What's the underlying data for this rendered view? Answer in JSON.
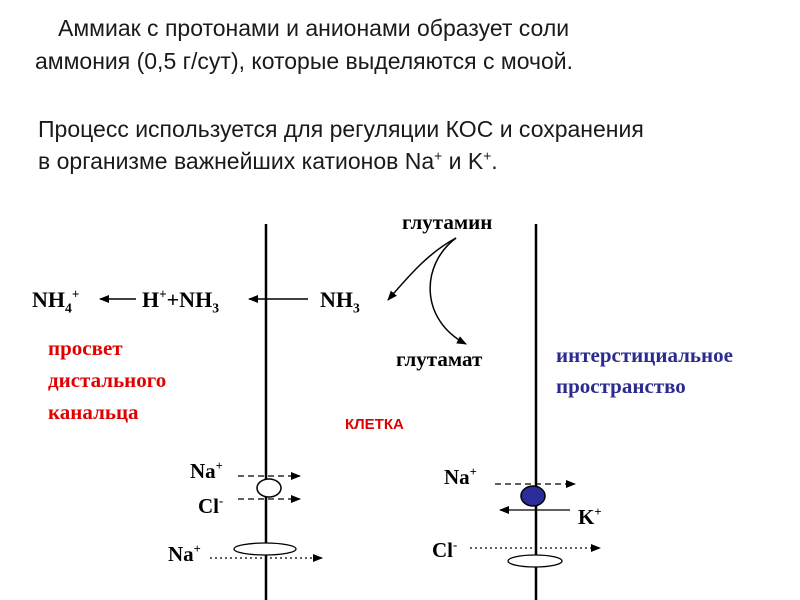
{
  "intro": {
    "line1": "Аммиак с протонами и анионами образует соли",
    "line2": "аммония (0,5 г/сут), которые выделяются с мочой."
  },
  "process": {
    "line1": "Процесс используется для регуляции КОС и сохранения",
    "line2_text": "в организме важнейших катионов Na",
    "line2_sup1": "+",
    "line2_and": " и K",
    "line2_sup2": "+",
    "line2_end": "."
  },
  "diagram": {
    "glutamine": "глутамин",
    "glutamate": "глутамат",
    "nh4": {
      "base": "NH",
      "sub": "4",
      "sup": "+"
    },
    "h_nh3": {
      "h": "H",
      "sup": "+",
      "rest": "+NH",
      "sub": "3"
    },
    "nh3": {
      "base": "NH",
      "sub": "3"
    },
    "lumen": [
      "просвет",
      "дистального",
      "канальца"
    ],
    "cell": "КЛЕТКА",
    "interstitial": [
      "интерстициальное",
      "пространство"
    ],
    "left_ions": {
      "na1": {
        "base": "Na",
        "sup": "+"
      },
      "cl": {
        "base": "Cl",
        "sup": "-"
      },
      "na2": {
        "base": "Na",
        "sup": "+"
      }
    },
    "right_ions": {
      "na": {
        "base": "Na",
        "sup": "+"
      },
      "k": {
        "base": "K",
        "sup": "+"
      },
      "cl": {
        "base": "Cl",
        "sup": "-"
      }
    },
    "colors": {
      "lumen": "#e00000",
      "cell": "#e00000",
      "interstitial": "#2b2b8f",
      "pump": "#2b2b9a"
    }
  }
}
